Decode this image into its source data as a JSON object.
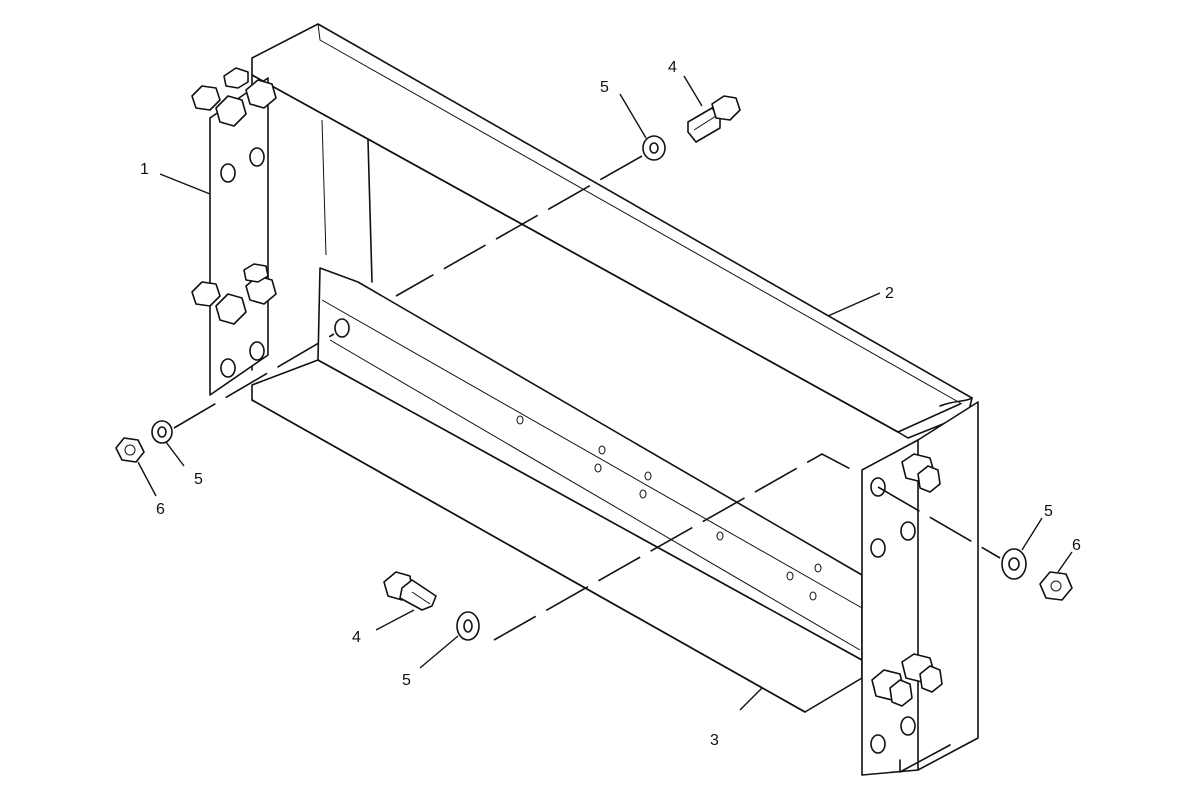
{
  "callouts": [
    {
      "id": "c1",
      "text": "1"
    },
    {
      "id": "c2",
      "text": "2"
    },
    {
      "id": "c3",
      "text": "3"
    },
    {
      "id": "c4a",
      "text": "4"
    },
    {
      "id": "c4b",
      "text": "4"
    },
    {
      "id": "c5a",
      "text": "5"
    },
    {
      "id": "c5b",
      "text": "5"
    },
    {
      "id": "c5c",
      "text": "5"
    },
    {
      "id": "c5d",
      "text": "5"
    },
    {
      "id": "c6a",
      "text": "6"
    },
    {
      "id": "c6b",
      "text": "6"
    }
  ]
}
